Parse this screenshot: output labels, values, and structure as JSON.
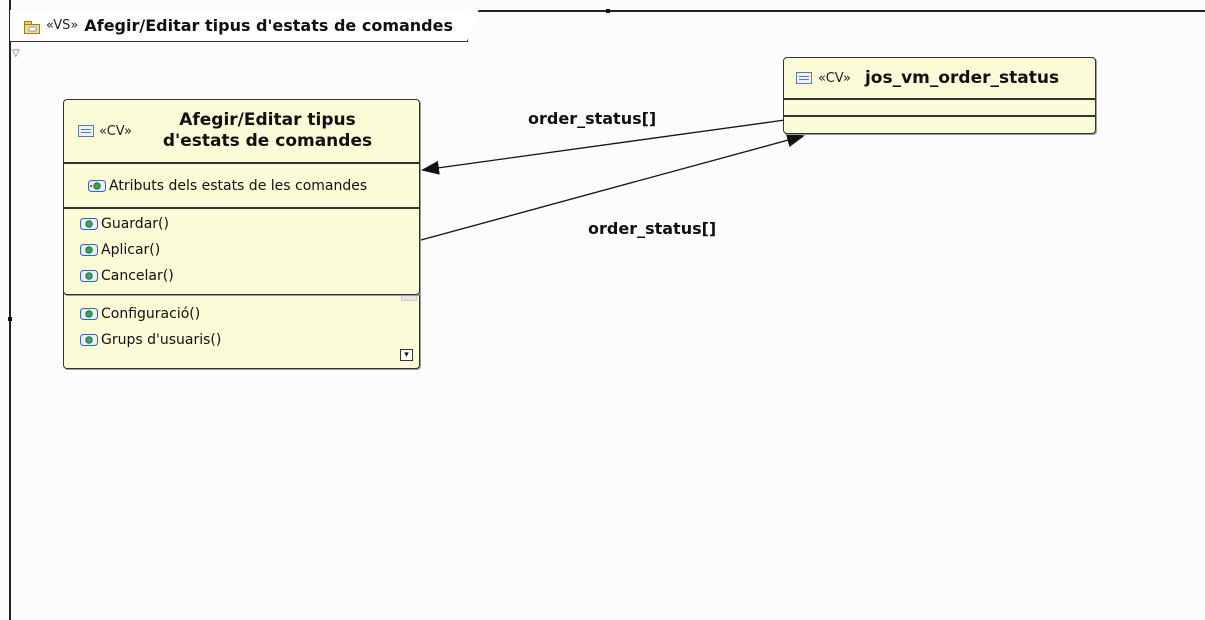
{
  "diagram": {
    "stereotype": "«VS»",
    "title": "Afegir/Editar tipus d'estats de comandes"
  },
  "main_class": {
    "stereotype": "«CV»",
    "title_line1": "Afegir/Editar tipus",
    "title_line2": "d'estats de comandes",
    "attribute": "Atributs dels estats de les comandes",
    "operations": [
      "Guardar()",
      "Aplicar()",
      "Cancelar()"
    ],
    "hidden_operations": [
      "Configuració()",
      "Grups d'usuaris()"
    ]
  },
  "target_class": {
    "stereotype": "«CV»",
    "title": "jos_vm_order_status"
  },
  "associations": [
    {
      "label": "order_status[]"
    },
    {
      "label": "order_status[]"
    }
  ],
  "colors": {
    "class_fill": "#fbfbd8",
    "border": "#333333",
    "icon_blue": "#3a63b3"
  }
}
